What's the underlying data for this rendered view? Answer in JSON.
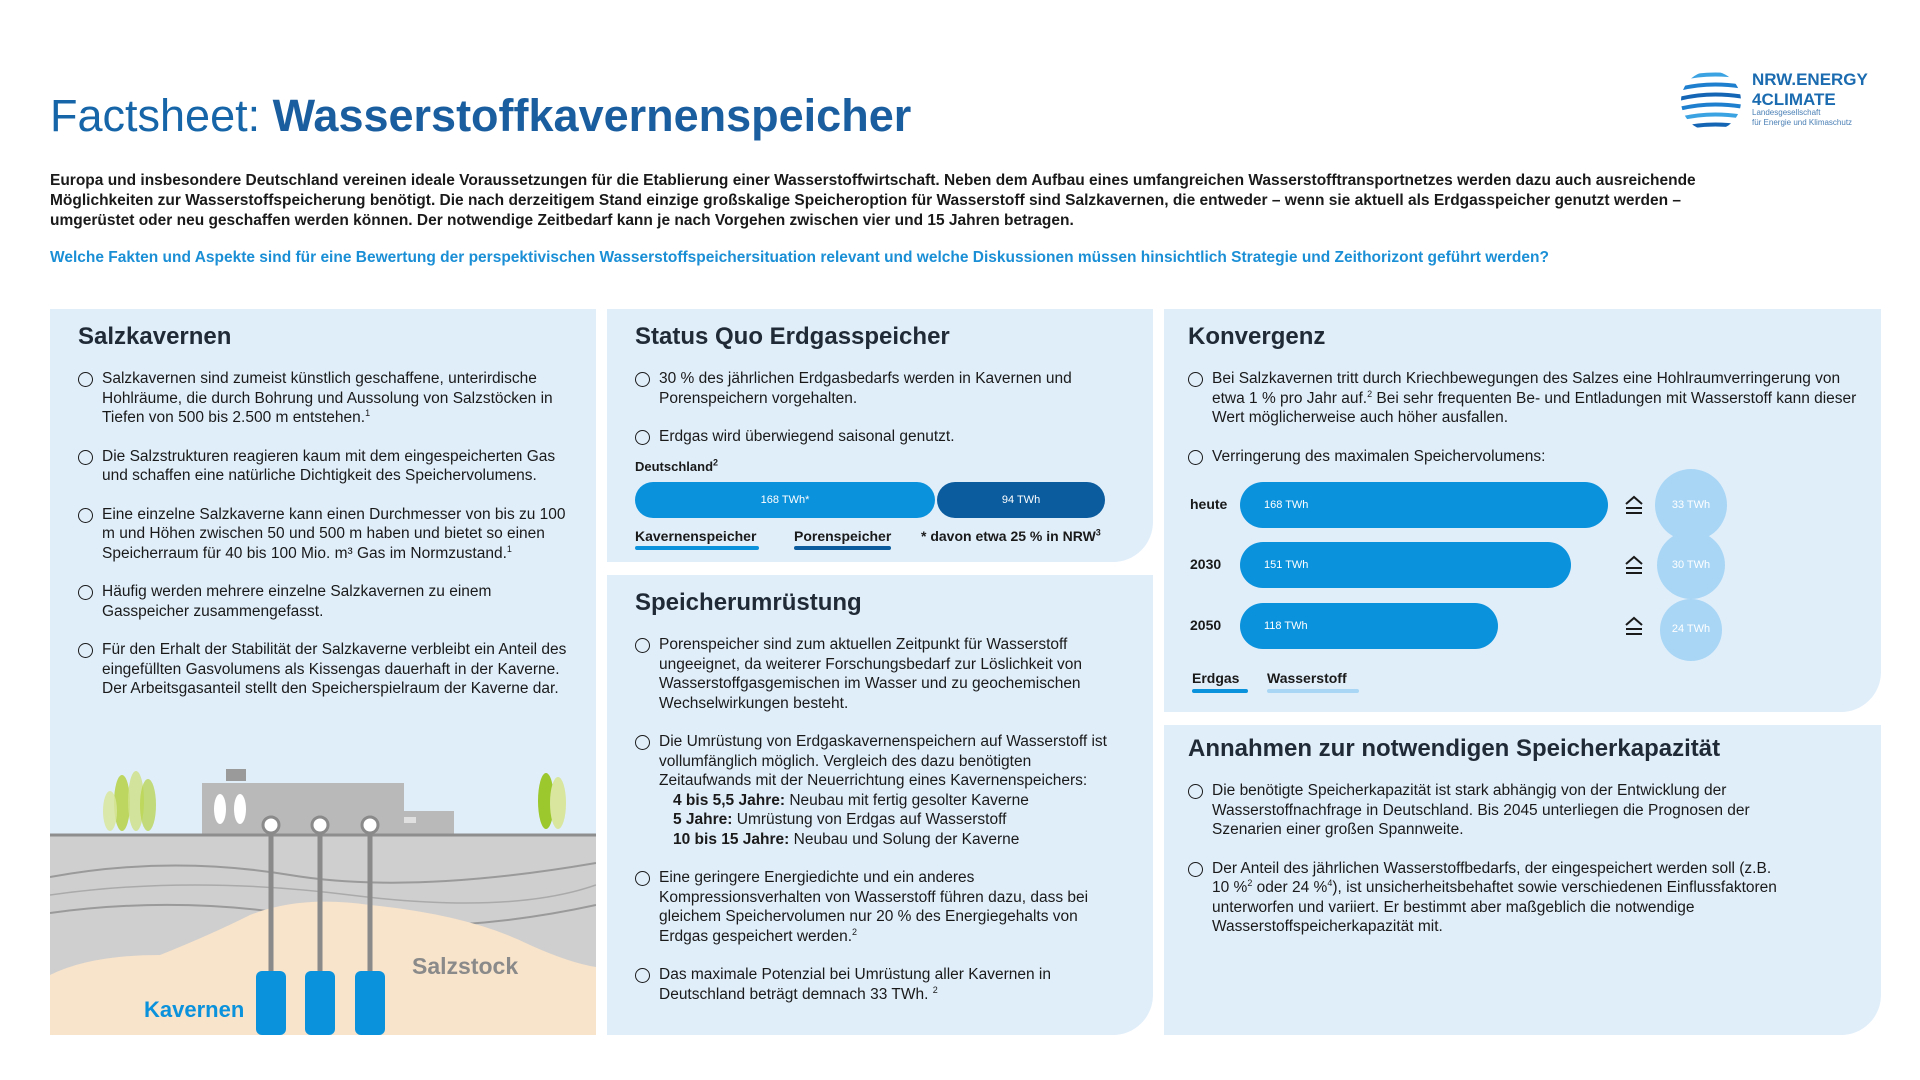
{
  "header": {
    "title_prefix": "Factsheet:",
    "title_main": "Wasserstoffkavernenspeicher"
  },
  "logo": {
    "line1": "NRW.ENERGY",
    "line2": "4CLIMATE",
    "sub1": "Landesgesellschaft",
    "sub2": "für Energie und Klimaschutz"
  },
  "intro": "Europa und insbesondere Deutschland vereinen ideale Voraussetzungen für die Etablierung einer Wasserstoffwirtschaft. Neben dem Aufbau eines umfangreichen Wasserstofftransportnetzes werden dazu auch ausreichende Möglichkeiten zur Wasserstoffspeicherung benötigt. Die nach derzeitigem Stand einzige großskalige Speicheroption für Wasserstoff sind Salzkavernen, die entweder – wenn sie aktuell als Erdgasspeicher genutzt werden – umgerüstet oder neu geschaffen werden können. Der notwendige Zeitbedarf kann je nach Vorgehen zwischen vier und 15 Jahren betragen.",
  "question": "Welche Fakten und Aspekte sind für eine Bewertung der perspektivischen Wasserstoffspeichersituation relevant und welche Diskussionen müssen hinsichtlich Strategie und Zeithorizont geführt werden?",
  "salzkavernen": {
    "title": "Salzkavernen",
    "items": [
      "Salzkavernen sind zumeist künstlich geschaffene, unterirdische Hohlräume, die durch Bohrung und Aussolung von Salzstöcken in Tiefen von 500 bis 2.500 m entstehen.",
      "Die Salzstrukturen reagieren kaum mit dem eingespeicherten Gas und schaffen eine natürliche Dichtigkeit des Speichervolumens.",
      "Eine einzelne Salzkaverne kann einen Durchmesser von bis zu 100 m und Höhen zwischen 50 und 500 m haben und bietet so einen Speicherraum für 40 bis 100 Mio. m³ Gas im Normzustand.",
      "Häufig werden mehrere einzelne Salzkavernen zu einem Gasspeicher zusammengefasst.",
      "Für den Erhalt der Stabilität der Salzkaverne verbleibt ein Anteil des eingefüllten Gasvolumens als Kissengas dauerhaft in der Kaverne. Der Arbeitsgasanteil stellt den Speicherspielraum der Kaverne dar."
    ],
    "sup1": "1",
    "sup3": "1",
    "illustration": {
      "salzstock_label": "Salzstock",
      "kavernen_label": "Kavernen"
    }
  },
  "status": {
    "title": "Status Quo Erdgasspeicher",
    "items": [
      "30 % des jährlichen Erdgasbedarfs werden in Kavernen und Porenspeichern vorgehalten.",
      "Erdgas wird überwiegend saisonal genutzt."
    ],
    "chart_label": "Deutschland",
    "chart_label_sup": "2",
    "legend_kavernen": "Kavernenspeicher",
    "legend_poren": "Porenspeicher",
    "note": "* davon etwa 25 % in NRW",
    "note_sup": "3"
  },
  "umruestung": {
    "title": "Speicherumrüstung",
    "item1": "Porenspeicher sind zum aktuellen Zeitpunkt für Wasserstoff ungeeignet, da weiterer Forschungsbedarf zur Löslichkeit von Wasserstoffgasgemischen im Wasser und zu geochemischen Wechselwirkungen besteht.",
    "item2": "Die Umrüstung von Erdgaskavernenspeichern auf Wasserstoff ist vollumfänglich möglich. Vergleich des dazu benötigten Zeitaufwands mit der Neuerrichtung eines Kavernenspeichers:",
    "sub1_bold": "4 bis 5,5 Jahre:",
    "sub1_text": " Neubau mit fertig gesolter Kaverne",
    "sub2_bold": "5 Jahre:",
    "sub2_text": " Umrüstung von Erdgas auf Wasserstoff",
    "sub3_bold": "10 bis 15 Jahre:",
    "sub3_text": " Neubau und Solung der Kaverne",
    "item3": "Eine geringere Energiedichte und ein anderes Kompressionsverhalten von Wasserstoff führen dazu, dass bei gleichem Speichervolumen nur 20 % des Energiegehalts von Erdgas gespeichert werden.",
    "item3_sup": "2",
    "item4": "Das maximale Potenzial bei Umrüstung aller Kavernen in Deutschland beträgt demnach 33 TWh.",
    "item4_sup": "2"
  },
  "konvergenz": {
    "title": "Konvergenz",
    "item1_a": "Bei Salzkavernen tritt durch Kriechbewegungen des Salzes eine Hohlraumverringerung von etwa 1 % pro Jahr auf.",
    "item1_sup": "2",
    "item1_b": " Bei sehr frequenten Be- und Entladungen mit Wasserstoff kann dieser Wert möglicherweise auch höher ausfallen.",
    "item2": "Verringerung des maximalen Speichervolumens:",
    "legend_erdgas": "Erdgas",
    "legend_wasserstoff": "Wasserstoff"
  },
  "annahmen": {
    "title": "Annahmen zur notwendigen Speicherkapazität",
    "item1": "Die benötigte Speicherkapazität ist stark abhängig von der Entwicklung der Wasserstoffnachfrage in Deutschland. Bis 2045 unterliegen die Prognosen der Szenarien einer großen Spannweite.",
    "item2_a": "Der Anteil des jährlichen Wasserstoffbedarfs, der eingespeichert werden soll (z.B. 10 %",
    "item2_sup1": "2",
    "item2_b": " oder 24 %",
    "item2_sup2": "4",
    "item2_c": "), ist unsicherheitsbehaftet sowie verschiedenen Einflussfaktoren unterworfen und variiert. Er bestimmt aber maßgeblich die notwendige Wasserstoffspeicherkapazität mit."
  },
  "chart_data": [
    {
      "type": "bar",
      "orientation": "horizontal-stacked",
      "title": "Deutschland",
      "categories": [
        "Deutschland"
      ],
      "series": [
        {
          "name": "Kavernenspeicher",
          "values": [
            168
          ],
          "label": "168 TWh*",
          "color": "#0b92dc"
        },
        {
          "name": "Porenspeicher",
          "values": [
            94
          ],
          "label": "94 TWh",
          "color": "#0a5c9e"
        }
      ],
      "unit": "TWh"
    },
    {
      "type": "bar",
      "orientation": "horizontal",
      "categories": [
        "heute",
        "2030",
        "2050"
      ],
      "series": [
        {
          "name": "Erdgas",
          "values": [
            168,
            151,
            118
          ],
          "labels": [
            "168 TWh",
            "151 TWh",
            "118 TWh"
          ],
          "color": "#0b92dc"
        },
        {
          "name": "Wasserstoff",
          "values": [
            33,
            30,
            24
          ],
          "labels": [
            "33 TWh",
            "30 TWh",
            "24 TWh"
          ],
          "color": "#a9d6f5"
        }
      ],
      "unit": "TWh"
    }
  ]
}
